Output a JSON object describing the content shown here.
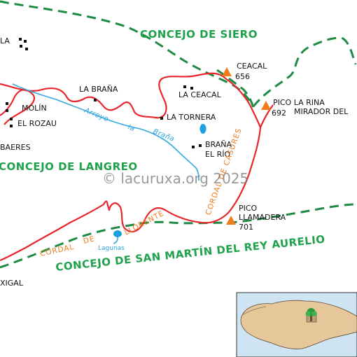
{
  "concejos": {
    "siero": "CONCEJO DE SIERO",
    "langreo": "CONCEJO DE LANGREO",
    "san_martin": "CONCEJO DE SAN MARTÍN DEL REY AURELIO"
  },
  "places": {
    "la_top": "LA",
    "la_brana": "LA BRAÑA",
    "la_ceacal": "LA CEACAL",
    "molin": "MOLÍN",
    "el_rozau": "EL ROZAU",
    "baeres": "BAERES",
    "la_tornera": "LA TORNERA",
    "brana": "BRAÑA",
    "el_rio": "EL RÍO",
    "xigal": "XIGAL"
  },
  "peaks": {
    "ceacal_name": "CEACAL",
    "ceacal_alt": "656",
    "pico_rina_name": "PICO LA RINA",
    "mirador": "MIRADOR DEL",
    "pico_rina_alt": "692",
    "pico_llamadera_1": "PICO",
    "pico_llamadera_2": "LLAMADERA",
    "pico_llamadera_alt": "701"
  },
  "ridges": {
    "casures": "CORDAL DE CASURES",
    "llorente_1": "CORDAL",
    "llorente_2": "DE",
    "llorente_3": "LLORENTE"
  },
  "water": {
    "arroyo_1": "Arroyo",
    "arroyo_2": "la",
    "arroyo_3": "Braña",
    "lagunas": "Lagunas"
  },
  "watermark": "© lacuruxa.org 2025",
  "colors": {
    "border": "#1e8a44",
    "route": "#e8262b",
    "stream": "#36a9e1",
    "concejo_text": "#1ea24b",
    "cordal_text": "#ee7a1c",
    "peak": "#f07d1a",
    "inset_land": "#e6c79a",
    "inset_sea": "#cfe4f2"
  },
  "icons": {
    "peak": "triangle-peak-icon",
    "settlement": "square-settlement-icon",
    "locator": "tree-locator-icon"
  }
}
